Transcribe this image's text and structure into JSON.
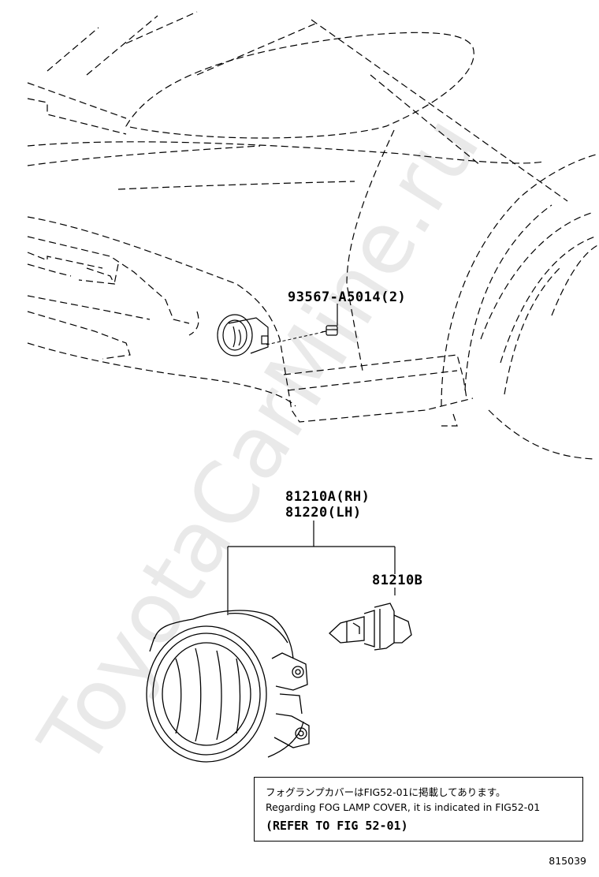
{
  "watermark": "ToyotaCarMine.ru",
  "callouts": {
    "bolt": "93567-A5014(2)",
    "lamp_rh": "81210A(RH)",
    "lamp_lh": "81220(LH)",
    "bulb": "81210B"
  },
  "note": {
    "line_jp": "フォグランプカバーはFIG52-01に掲載してあります。",
    "line_en": "Regarding FOG LAMP COVER, it is indicated in FIG52-01",
    "line_ref": "(REFER TO FIG 52-01)"
  },
  "figure_id": "815039"
}
